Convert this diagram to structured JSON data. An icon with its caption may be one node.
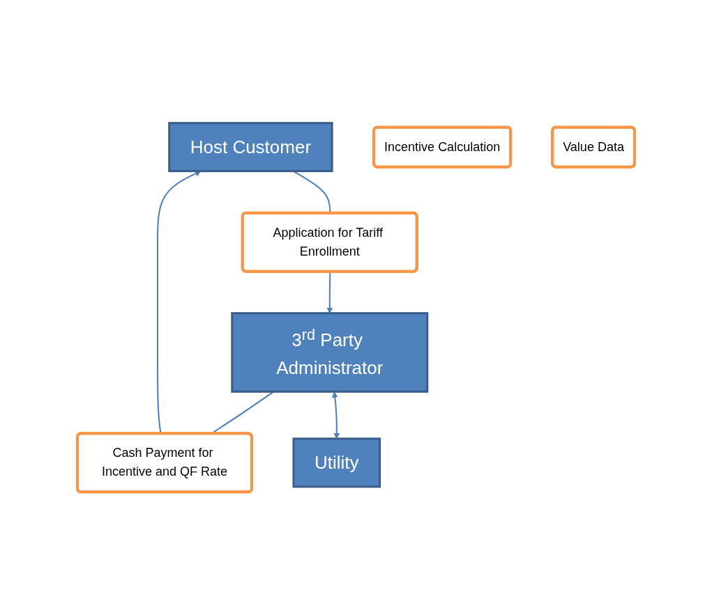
{
  "diagram": {
    "nodes": [
      {
        "text": [
          "Host Customer"
        ]
      },
      {
        "text": [
          "Application for Tariff Enrollment"
        ]
      },
      {
        "text": [
          "Cash Payment for Incentive and QF Rate"
        ]
      },
      {
        "text": [
          "3$^{rd}$ Party Administrator"
        ]
      },
      {
        "text": [
          "Utility"
        ]
      },
      {
        "text": [
          "Incentive Calculation"
        ]
      },
      {
        "text": [
          "Value Data"
        ]
      }
    ],
    "edges": [
      {
        "from": 0,
        "to": 1,
        "arrow": "none"
      },
      {
        "from": 1,
        "to": 3,
        "arrow": "to"
      },
      {
        "from": 3,
        "to": 2,
        "arrow": "none"
      },
      {
        "from": 2,
        "to": 0,
        "arrow": "to"
      },
      {
        "from": 3,
        "to": 4,
        "arrow": "both"
      }
    ]
  }
}
